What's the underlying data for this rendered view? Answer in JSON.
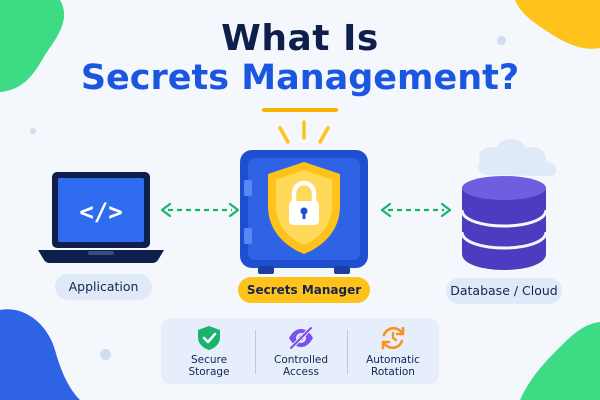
{
  "title_line1": "What Is",
  "title_line2": "Secrets Management?",
  "nodes": {
    "application": "Application",
    "secrets_manager": "Secrets Manager",
    "database": "Database / Cloud"
  },
  "laptop_code_glyph": "</>",
  "features": [
    {
      "label": "Secure\nStorage",
      "icon": "shield-check-icon"
    },
    {
      "label": "Controlled\nAccess",
      "icon": "eye-off-icon"
    },
    {
      "label": "Automatic\nRotation",
      "icon": "rotate-clock-icon"
    }
  ],
  "colors": {
    "title_dark": "#0f1f4b",
    "title_blue": "#1a56e0",
    "accent_yellow": "#ffc21a",
    "arrow_green": "#19b36b",
    "safe_blue": "#2f63e6",
    "database_purple": "#5b4ccf"
  }
}
